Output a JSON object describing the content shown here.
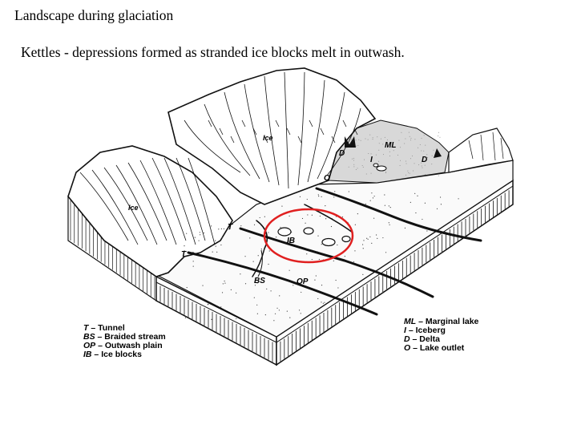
{
  "title": "Landscape during glaciation",
  "subtitle": "Kettles - depressions formed as stranded ice blocks melt in outwash.",
  "colors": {
    "line": "#111111",
    "lake": "#d8d8d8",
    "highlight": "#e02020"
  },
  "diagram_labels": {
    "ice_left": "Ice",
    "ice_right": "Ice",
    "marginal_lake": "ML",
    "iceberg": "I",
    "delta_1": "D",
    "delta_2": "D",
    "lake_outlet": "O",
    "tunnel_1": "T",
    "tunnel_2": "T",
    "ice_blocks": "IB",
    "braided_stream": "BS",
    "outwash_plain": "OP"
  },
  "legend_left": [
    {
      "abbr": "T",
      "desc": "Tunnel"
    },
    {
      "abbr": "BS",
      "desc": "Braided stream"
    },
    {
      "abbr": "OP",
      "desc": "Outwash plain"
    },
    {
      "abbr": "IB",
      "desc": "Ice blocks"
    }
  ],
  "legend_right": [
    {
      "abbr": "ML",
      "desc": "Marginal lake"
    },
    {
      "abbr": "I",
      "desc": "Iceberg"
    },
    {
      "abbr": "D",
      "desc": "Delta"
    },
    {
      "abbr": "O",
      "desc": "Lake outlet"
    }
  ]
}
